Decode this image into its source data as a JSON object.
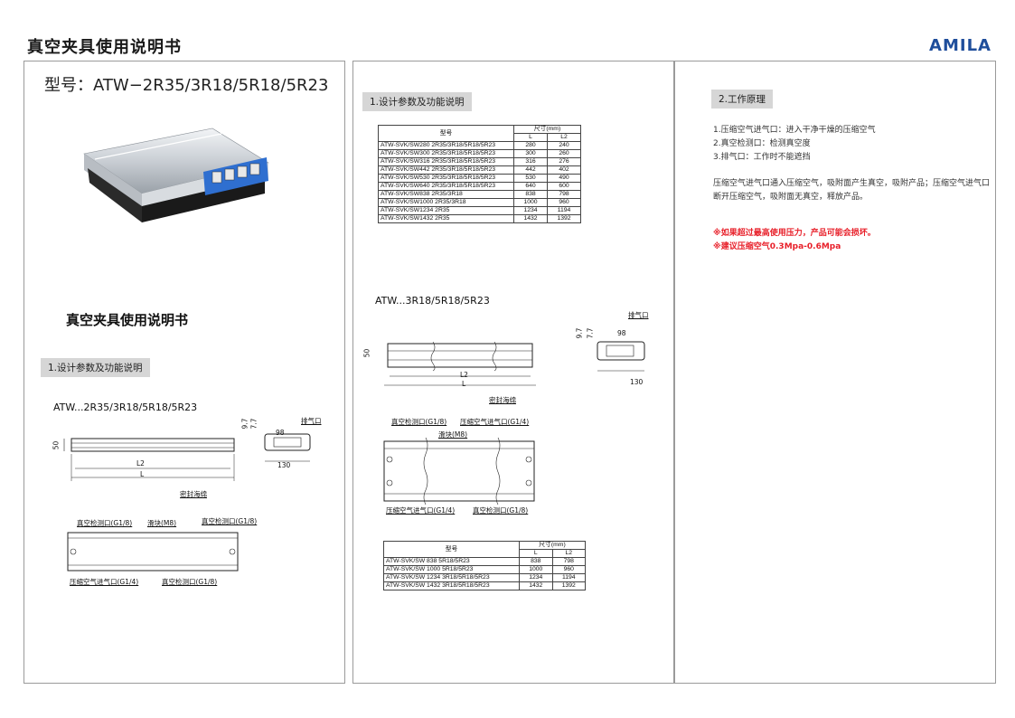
{
  "header": {
    "doc_title": "真空夹具使用说明书",
    "brand": "AMILA"
  },
  "panel1": {
    "model_label": "型号：ATW−2R35/3R18/5R18/5R23",
    "manual_title": "真空夹具使用说明书",
    "section1": "1.设计参数及功能说明",
    "drawing_title": "ATW...2R35/3R18/5R18/5R23",
    "dims": {
      "h50": "50",
      "d97": "9.7",
      "d77": "7.7",
      "w98": "98",
      "w130": "130",
      "l2": "L2",
      "l": "L"
    },
    "labels": {
      "exhaust": "排气口",
      "seal": "密封海绵",
      "vac_check_1": "真空检测口(G1/8)",
      "slider": "滑块(M8)",
      "vac_check_2": "真空检测口(G1/8)",
      "air_in": "压缩空气进气口(G1/4)",
      "vac_check_3": "真空检测口(G1/8)"
    }
  },
  "panel2": {
    "section1": "1.设计参数及功能说明",
    "table1": {
      "header_model": "型号",
      "header_size": "尺寸(mm)",
      "header_l": "L",
      "header_l2": "L2",
      "rows": [
        {
          "model": "ATW-SVK/SW280 2R35/3R18/5R18/5R23",
          "l": "280",
          "l2": "240"
        },
        {
          "model": "ATW-SVK/SW300 2R35/3R18/5R18/5R23",
          "l": "300",
          "l2": "260"
        },
        {
          "model": "ATW-SVK/SW316 2R35/3R18/5R18/5R23",
          "l": "316",
          "l2": "276"
        },
        {
          "model": "ATW-SVK/SW442 2R35/3R18/5R18/5R23",
          "l": "442",
          "l2": "402"
        },
        {
          "model": "ATW-SVK/SW530 2R35/3R18/5R18/5R23",
          "l": "530",
          "l2": "490"
        },
        {
          "model": "ATW-SVK/SW640 2R35/3R18/5R18/5R23",
          "l": "640",
          "l2": "600"
        },
        {
          "model": "ATW-SVK/SW838 2R35/3R18",
          "l": "838",
          "l2": "798"
        },
        {
          "model": "ATW-SVK/SW1000 2R35/3R18",
          "l": "1000",
          "l2": "960"
        },
        {
          "model": "ATW-SVK/SW1234 2R35",
          "l": "1234",
          "l2": "1194"
        },
        {
          "model": "ATW-SVK/SW1432 2R35",
          "l": "1432",
          "l2": "1392"
        }
      ]
    },
    "drawing_title": "ATW...3R18/5R18/5R23",
    "dims": {
      "h50": "50",
      "d97": "9.7",
      "d77": "7.7",
      "w98": "98",
      "w130": "130",
      "l2": "L2",
      "l": "L"
    },
    "labels": {
      "exhaust": "排气口",
      "seal": "密封海绵",
      "vac_check_1": "真空检测口(G1/8)",
      "air_in_top": "压缩空气进气口(G1/4)",
      "slider": "滑块(M8)",
      "air_in_bottom": "压缩空气进气口(G1/4)",
      "vac_check_2": "真空检测口(G1/8)"
    },
    "table2": {
      "header_model": "型号",
      "header_size": "尺寸(mm)",
      "header_l": "L",
      "header_l2": "L2",
      "rows": [
        {
          "model": "ATW-SVK/SW 838 5R18/5R23",
          "l": "838",
          "l2": "798"
        },
        {
          "model": "ATW-SVK/SW 1000 5R18/5R23",
          "l": "1000",
          "l2": "960"
        },
        {
          "model": "ATW-SVK/SW 1234 3R18/5R18/5R23",
          "l": "1234",
          "l2": "1194"
        },
        {
          "model": "ATW-SVK/SW 1432 3R18/5R18/5R23",
          "l": "1432",
          "l2": "1392"
        }
      ]
    }
  },
  "panel3": {
    "section2": "2.工作原理",
    "lines": [
      "1.压缩空气进气口：进入干净干燥的压缩空气",
      "2.真空检测口：检测真空度",
      "3.排气口：工作时不能遮挡"
    ],
    "paragraph": "压缩空气进气口通入压缩空气，吸附面产生真空，吸附产品；压缩空气进气口断开压缩空气，吸附面无真空，释放产品。",
    "warnings": [
      "※如果超过最高使用压力，产品可能会损坏。",
      "※建议压缩空气0.3Mpa-0.6Mpa"
    ]
  },
  "colors": {
    "brand": "#1f4e9b",
    "warning": "#e8202a",
    "tag_bg": "#d6d6d6",
    "endcap": "#2f6fd0"
  }
}
